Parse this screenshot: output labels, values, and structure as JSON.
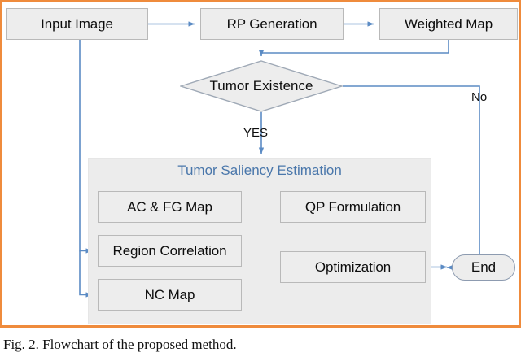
{
  "figure": {
    "caption": "Fig. 2. Flowchart of the proposed method.",
    "frame_color": "#ef8b3c",
    "background": "#ffffff"
  },
  "theme": {
    "node_fill": "#ededed",
    "node_border": "#b9b9b9",
    "connector_color": "#5b8bc4",
    "panel_fill": "#ececec",
    "panel_title_color": "#4a77ab",
    "text_color": "#0d0d0d"
  },
  "flowchart": {
    "type": "flowchart",
    "nodes": [
      {
        "id": "input_image",
        "label": "Input Image",
        "shape": "process"
      },
      {
        "id": "rp_generation",
        "label": "RP Generation",
        "shape": "process"
      },
      {
        "id": "weighted_map",
        "label": "Weighted Map",
        "shape": "process"
      },
      {
        "id": "decision",
        "label": "Tumor Existence",
        "shape": "decision"
      },
      {
        "id": "ac_fg_map",
        "label": "AC & FG Map",
        "shape": "process"
      },
      {
        "id": "region_corr",
        "label": "Region Correlation",
        "shape": "process"
      },
      {
        "id": "nc_map",
        "label": "NC Map",
        "shape": "process"
      },
      {
        "id": "qp_form",
        "label": "QP Formulation",
        "shape": "process"
      },
      {
        "id": "optimization",
        "label": "Optimization",
        "shape": "process"
      },
      {
        "id": "end",
        "label": "End",
        "shape": "terminator"
      }
    ],
    "group": {
      "id": "tumor_saliency_estimation",
      "title": "Tumor Saliency Estimation",
      "members": [
        "ac_fg_map",
        "region_corr",
        "nc_map",
        "qp_form",
        "optimization"
      ]
    },
    "edges": [
      {
        "from": "input_image",
        "to": "rp_generation",
        "label": ""
      },
      {
        "from": "rp_generation",
        "to": "weighted_map",
        "label": ""
      },
      {
        "from": "weighted_map",
        "to": "decision",
        "label": ""
      },
      {
        "from": "decision",
        "to": "end",
        "label": "No"
      },
      {
        "from": "decision",
        "to": "ac_fg_map",
        "label": "YES"
      },
      {
        "from": "input_image",
        "to": "region_corr",
        "label": ""
      },
      {
        "from": "input_image",
        "to": "nc_map",
        "label": ""
      },
      {
        "from": "ac_fg_map",
        "to": "qp_form",
        "label": ""
      },
      {
        "from": "region_corr",
        "to": "qp_form",
        "label": ""
      },
      {
        "from": "nc_map",
        "to": "qp_form",
        "label": ""
      },
      {
        "from": "qp_form",
        "to": "optimization",
        "label": ""
      },
      {
        "from": "optimization",
        "to": "end",
        "label": ""
      }
    ],
    "edge_labels": {
      "yes": "YES",
      "no": "No"
    }
  }
}
